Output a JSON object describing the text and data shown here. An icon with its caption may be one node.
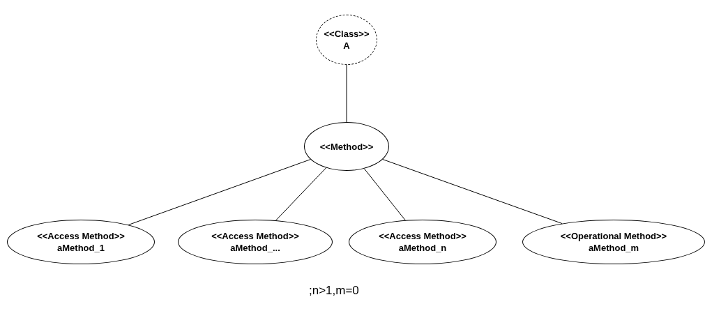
{
  "diagram": {
    "nodes": [
      {
        "text": [
          "<<Class>>",
          "A"
        ]
      },
      {
        "text": [
          "<<Method>>"
        ]
      },
      {
        "text": [
          "<<Access Method>>",
          "aMethod_1"
        ]
      },
      {
        "text": [
          "<<Access Method>>",
          "aMethod_..."
        ]
      },
      {
        "text": [
          "<<Access Method>>",
          "aMethod_n"
        ]
      },
      {
        "text": [
          "<<Operational Method>>",
          "aMethod_m"
        ]
      }
    ],
    "edges": [
      {
        "from": 0,
        "to": 1,
        "arrow": "none"
      },
      {
        "from": 1,
        "to": 2,
        "arrow": "none"
      },
      {
        "from": 1,
        "to": 3,
        "arrow": "none"
      },
      {
        "from": 1,
        "to": 4,
        "arrow": "none"
      },
      {
        "from": 1,
        "to": 5,
        "arrow": "none"
      }
    ],
    "labels": [
      ";n>1,m=0"
    ]
  }
}
